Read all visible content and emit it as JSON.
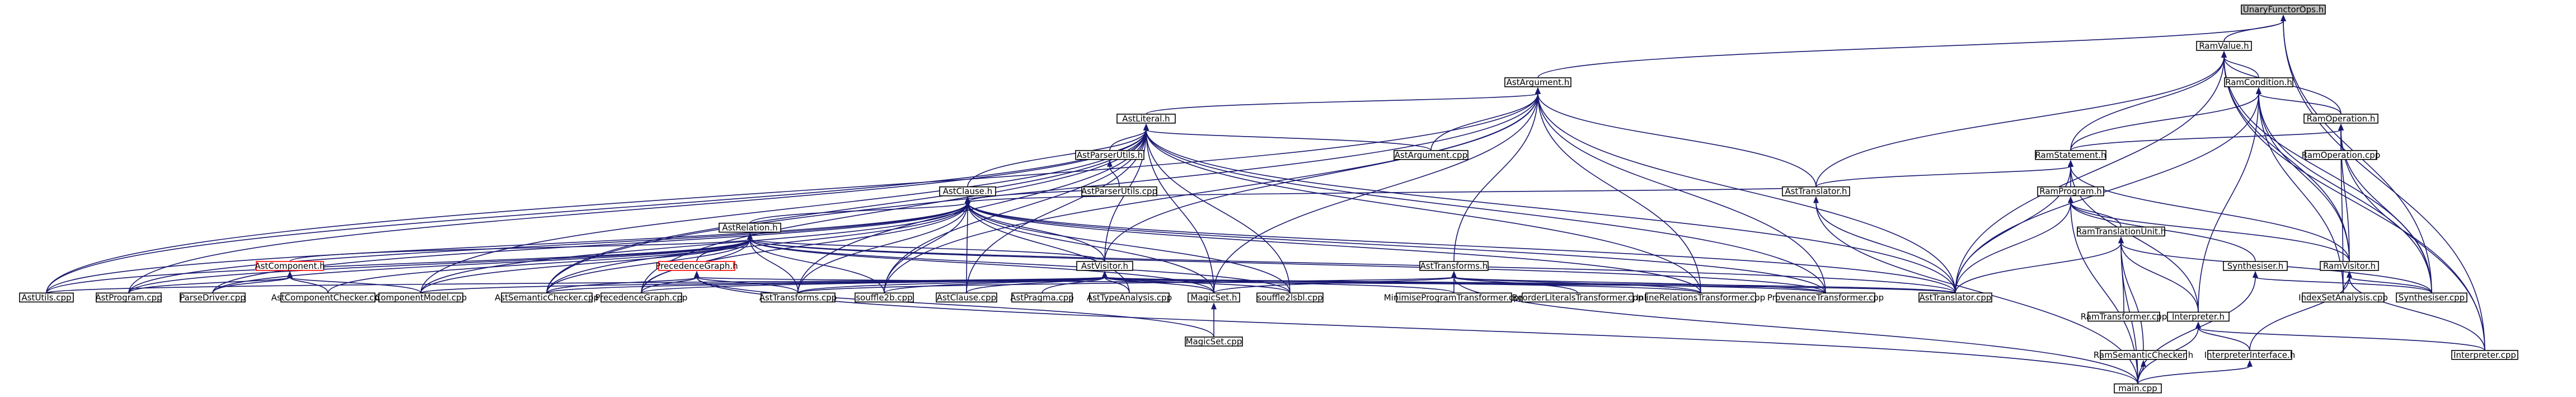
{
  "graph": {
    "title": "Dependency graph",
    "colors": {
      "edge": "#191970",
      "node_border": "#000000",
      "root_fill": "#bfbfbf",
      "red_border": "#ff0000",
      "background": "#ffffff"
    },
    "nodes": [
      {
        "id": "UnaryFunctorOps.h",
        "label": "UnaryFunctorOps.h",
        "root": true
      },
      {
        "id": "RamValue.h",
        "label": "RamValue.h"
      },
      {
        "id": "AstArgument.h",
        "label": "AstArgument.h"
      },
      {
        "id": "RamCondition.h",
        "label": "RamCondition.h"
      },
      {
        "id": "AstLiteral.h",
        "label": "AstLiteral.h"
      },
      {
        "id": "RamOperation.h",
        "label": "RamOperation.h"
      },
      {
        "id": "AstParserUtils.h",
        "label": "AstParserUtils.h"
      },
      {
        "id": "AstArgument.cpp",
        "label": "AstArgument.cpp"
      },
      {
        "id": "RamStatement.h",
        "label": "RamStatement.h"
      },
      {
        "id": "RamOperation.cpp",
        "label": "RamOperation.cpp"
      },
      {
        "id": "AstClause.h",
        "label": "AstClause.h"
      },
      {
        "id": "AstParserUtils.cpp",
        "label": "AstParserUtils.cpp"
      },
      {
        "id": "AstTranslator.h",
        "label": "AstTranslator.h"
      },
      {
        "id": "RamProgram.h",
        "label": "RamProgram.h"
      },
      {
        "id": "AstRelation.h",
        "label": "AstRelation.h"
      },
      {
        "id": "RamTranslationUnit.h",
        "label": "RamTranslationUnit.h"
      },
      {
        "id": "Synthesiser.h",
        "label": "Synthesiser.h"
      },
      {
        "id": "RamVisitor.h",
        "label": "RamVisitor.h"
      },
      {
        "id": "AstComponent.h",
        "label": "AstComponent.h",
        "red": true
      },
      {
        "id": "PrecedenceGraph.h",
        "label": "PrecedenceGraph.h",
        "red": true
      },
      {
        "id": "AstVisitor.h",
        "label": "AstVisitor.h"
      },
      {
        "id": "AstTransforms.h",
        "label": "AstTransforms.h"
      },
      {
        "id": "Interpreter.h",
        "label": "Interpreter.h"
      },
      {
        "id": "RamTransformer.cpp",
        "label": "RamTransformer.cpp"
      },
      {
        "id": "AstUtils.cpp",
        "label": "AstUtils.cpp"
      },
      {
        "id": "AstProgram.cpp",
        "label": "AstProgram.cpp"
      },
      {
        "id": "ParseDriver.cpp",
        "label": "ParseDriver.cpp"
      },
      {
        "id": "AstComponentChecker.cpp",
        "label": "AstComponentChecker.cpp"
      },
      {
        "id": "ComponentModel.cpp",
        "label": "ComponentModel.cpp"
      },
      {
        "id": "AstSemanticChecker.cpp",
        "label": "AstSemanticChecker.cpp"
      },
      {
        "id": "PrecedenceGraph.cpp",
        "label": "PrecedenceGraph.cpp"
      },
      {
        "id": "AstTransforms.cpp",
        "label": "AstTransforms.cpp"
      },
      {
        "id": "souffle2b.cpp",
        "label": "souffle2b.cpp"
      },
      {
        "id": "AstClause.cpp",
        "label": "AstClause.cpp"
      },
      {
        "id": "AstPragma.cpp",
        "label": "AstPragma.cpp"
      },
      {
        "id": "AstTypeAnalysis.cpp",
        "label": "AstTypeAnalysis.cpp"
      },
      {
        "id": "MagicSet.h",
        "label": "MagicSet.h"
      },
      {
        "id": "souffle2lsbl.cpp",
        "label": "souffle2lsbl.cpp"
      },
      {
        "id": "MinimiseProgramTransformer.cpp",
        "label": "MinimiseProgramTransformer.cpp"
      },
      {
        "id": "ReorderLiteralsTransformer.cpp",
        "label": "ReorderLiteralsTransformer.cpp"
      },
      {
        "id": "InlineRelationsTransformer.cpp",
        "label": "InlineRelationsTransformer.cpp"
      },
      {
        "id": "ProvenanceTransformer.cpp",
        "label": "ProvenanceTransformer.cpp"
      },
      {
        "id": "AstTranslator.cpp",
        "label": "AstTranslator.cpp"
      },
      {
        "id": "RamSemanticChecker.h",
        "label": "RamSemanticChecker.h"
      },
      {
        "id": "InterpreterInterface.h",
        "label": "InterpreterInterface.h"
      },
      {
        "id": "IndexSetAnalysis.cpp",
        "label": "IndexSetAnalysis.cpp"
      },
      {
        "id": "Synthesiser.cpp",
        "label": "Synthesiser.cpp"
      },
      {
        "id": "Interpreter.cpp",
        "label": "Interpreter.cpp"
      },
      {
        "id": "MagicSet.cpp",
        "label": "MagicSet.cpp"
      },
      {
        "id": "main.cpp",
        "label": "main.cpp"
      }
    ],
    "edges": [
      [
        "UnaryFunctorOps.h",
        "RamValue.h"
      ],
      [
        "UnaryFunctorOps.h",
        "AstArgument.h"
      ],
      [
        "UnaryFunctorOps.h",
        "Synthesiser.cpp"
      ],
      [
        "UnaryFunctorOps.h",
        "Interpreter.cpp"
      ],
      [
        "RamValue.h",
        "RamCondition.h"
      ],
      [
        "RamValue.h",
        "RamOperation.h"
      ],
      [
        "RamValue.h",
        "RamStatement.h"
      ],
      [
        "RamValue.h",
        "AstTranslator.h"
      ],
      [
        "RamValue.h",
        "AstTranslator.cpp"
      ],
      [
        "RamValue.h",
        "RamVisitor.h"
      ],
      [
        "RamValue.h",
        "Synthesiser.cpp"
      ],
      [
        "RamValue.h",
        "Interpreter.cpp"
      ],
      [
        "AstArgument.h",
        "AstLiteral.h"
      ],
      [
        "AstArgument.h",
        "AstArgument.cpp"
      ],
      [
        "AstArgument.h",
        "AstTranslator.h"
      ],
      [
        "AstArgument.h",
        "AstUtils.cpp"
      ],
      [
        "AstArgument.h",
        "AstSemanticChecker.cpp"
      ],
      [
        "AstArgument.h",
        "AstVisitor.h"
      ],
      [
        "AstArgument.h",
        "AstTransforms.h"
      ],
      [
        "AstArgument.h",
        "AstTranslator.cpp"
      ],
      [
        "AstArgument.h",
        "InlineRelationsTransformer.cpp"
      ],
      [
        "AstArgument.h",
        "ProvenanceTransformer.cpp"
      ],
      [
        "AstArgument.h",
        "souffle2b.cpp"
      ],
      [
        "AstArgument.h",
        "MagicSet.h"
      ],
      [
        "RamCondition.h",
        "RamOperation.h"
      ],
      [
        "RamCondition.h",
        "RamStatement.h"
      ],
      [
        "RamCondition.h",
        "AstTranslator.cpp"
      ],
      [
        "RamCondition.h",
        "RamVisitor.h"
      ],
      [
        "RamCondition.h",
        "Interpreter.h"
      ],
      [
        "RamCondition.h",
        "IndexSetAnalysis.cpp"
      ],
      [
        "RamCondition.h",
        "Synthesiser.cpp"
      ],
      [
        "AstLiteral.h",
        "AstClause.h"
      ],
      [
        "AstLiteral.h",
        "AstParserUtils.h"
      ],
      [
        "AstLiteral.h",
        "AstArgument.cpp"
      ],
      [
        "AstLiteral.h",
        "AstUtils.cpp"
      ],
      [
        "AstLiteral.h",
        "AstProgram.cpp"
      ],
      [
        "AstLiteral.h",
        "ComponentModel.cpp"
      ],
      [
        "AstLiteral.h",
        "AstSemanticChecker.cpp"
      ],
      [
        "AstLiteral.h",
        "PrecedenceGraph.cpp"
      ],
      [
        "AstLiteral.h",
        "AstVisitor.h"
      ],
      [
        "AstLiteral.h",
        "AstTransforms.cpp"
      ],
      [
        "AstLiteral.h",
        "souffle2b.cpp"
      ],
      [
        "AstLiteral.h",
        "AstClause.cpp"
      ],
      [
        "AstLiteral.h",
        "MagicSet.h"
      ],
      [
        "AstLiteral.h",
        "souffle2lsbl.cpp"
      ],
      [
        "AstLiteral.h",
        "InlineRelationsTransformer.cpp"
      ],
      [
        "AstLiteral.h",
        "ProvenanceTransformer.cpp"
      ],
      [
        "AstLiteral.h",
        "AstTranslator.cpp"
      ],
      [
        "RamOperation.h",
        "RamStatement.h"
      ],
      [
        "RamOperation.h",
        "RamOperation.cpp"
      ],
      [
        "RamOperation.h",
        "RamVisitor.h"
      ],
      [
        "RamOperation.h",
        "IndexSetAnalysis.cpp"
      ],
      [
        "RamOperation.h",
        "Synthesiser.cpp"
      ],
      [
        "RamOperation.h",
        "Interpreter.cpp"
      ],
      [
        "AstParserUtils.h",
        "AstParserUtils.cpp"
      ],
      [
        "RamStatement.h",
        "RamProgram.h"
      ],
      [
        "RamStatement.h",
        "AstTranslator.h"
      ],
      [
        "RamStatement.h",
        "AstTranslator.cpp"
      ],
      [
        "RamStatement.h",
        "RamVisitor.h"
      ],
      [
        "RamStatement.h",
        "Interpreter.h"
      ],
      [
        "AstClause.h",
        "AstRelation.h"
      ],
      [
        "AstClause.h",
        "AstParserUtils.cpp"
      ],
      [
        "AstClause.h",
        "AstTranslator.h"
      ],
      [
        "AstClause.h",
        "AstUtils.cpp"
      ],
      [
        "AstClause.h",
        "AstProgram.cpp"
      ],
      [
        "AstClause.h",
        "ParseDriver.cpp"
      ],
      [
        "AstClause.h",
        "ComponentModel.cpp"
      ],
      [
        "AstClause.h",
        "AstSemanticChecker.cpp"
      ],
      [
        "AstClause.h",
        "PrecedenceGraph.cpp"
      ],
      [
        "AstClause.h",
        "AstVisitor.h"
      ],
      [
        "AstClause.h",
        "AstTransforms.cpp"
      ],
      [
        "AstClause.h",
        "souffle2b.cpp"
      ],
      [
        "AstClause.h",
        "AstClause.cpp"
      ],
      [
        "AstClause.h",
        "AstTypeAnalysis.cpp"
      ],
      [
        "AstClause.h",
        "MagicSet.h"
      ],
      [
        "AstClause.h",
        "souffle2lsbl.cpp"
      ],
      [
        "AstClause.h",
        "InlineRelationsTransformer.cpp"
      ],
      [
        "AstClause.h",
        "ProvenanceTransformer.cpp"
      ],
      [
        "AstClause.h",
        "AstTranslator.cpp"
      ],
      [
        "AstTranslator.h",
        "AstTranslator.cpp"
      ],
      [
        "AstTranslator.h",
        "main.cpp"
      ],
      [
        "RamProgram.h",
        "RamTranslationUnit.h"
      ],
      [
        "RamProgram.h",
        "AstTranslator.cpp"
      ],
      [
        "RamProgram.h",
        "Synthesiser.h"
      ],
      [
        "RamProgram.h",
        "RamVisitor.h"
      ],
      [
        "RamProgram.h",
        "main.cpp"
      ],
      [
        "AstRelation.h",
        "AstComponent.h"
      ],
      [
        "AstRelation.h",
        "PrecedenceGraph.h"
      ],
      [
        "AstRelation.h",
        "AstVisitor.h"
      ],
      [
        "AstRelation.h",
        "AstUtils.cpp"
      ],
      [
        "AstRelation.h",
        "AstProgram.cpp"
      ],
      [
        "AstRelation.h",
        "ParseDriver.cpp"
      ],
      [
        "AstRelation.h",
        "AstComponentChecker.cpp"
      ],
      [
        "AstRelation.h",
        "ComponentModel.cpp"
      ],
      [
        "AstRelation.h",
        "AstSemanticChecker.cpp"
      ],
      [
        "AstRelation.h",
        "PrecedenceGraph.cpp"
      ],
      [
        "AstRelation.h",
        "AstTransforms.cpp"
      ],
      [
        "AstRelation.h",
        "souffle2b.cpp"
      ],
      [
        "AstRelation.h",
        "souffle2lsbl.cpp"
      ],
      [
        "AstRelation.h",
        "AstTranslator.cpp"
      ],
      [
        "AstRelation.h",
        "ProvenanceTransformer.cpp"
      ],
      [
        "AstRelation.h",
        "MagicSet.h"
      ],
      [
        "RamTranslationUnit.h",
        "RamTransformer.cpp"
      ],
      [
        "RamTranslationUnit.h",
        "RamSemanticChecker.h"
      ],
      [
        "RamTranslationUnit.h",
        "Interpreter.h"
      ],
      [
        "RamTranslationUnit.h",
        "AstTranslator.cpp"
      ],
      [
        "RamTranslationUnit.h",
        "Synthesiser.cpp"
      ],
      [
        "RamTranslationUnit.h",
        "main.cpp"
      ],
      [
        "Synthesiser.h",
        "Synthesiser.cpp"
      ],
      [
        "Synthesiser.h",
        "main.cpp"
      ],
      [
        "RamVisitor.h",
        "IndexSetAnalysis.cpp"
      ],
      [
        "RamVisitor.h",
        "Synthesiser.cpp"
      ],
      [
        "RamVisitor.h",
        "Interpreter.cpp"
      ],
      [
        "RamVisitor.h",
        "InterpreterInterface.h"
      ],
      [
        "AstComponent.h",
        "AstProgram.cpp"
      ],
      [
        "AstComponent.h",
        "ParseDriver.cpp"
      ],
      [
        "AstComponent.h",
        "AstComponentChecker.cpp"
      ],
      [
        "AstComponent.h",
        "ComponentModel.cpp"
      ],
      [
        "PrecedenceGraph.h",
        "AstSemanticChecker.cpp"
      ],
      [
        "PrecedenceGraph.h",
        "PrecedenceGraph.cpp"
      ],
      [
        "PrecedenceGraph.h",
        "AstTransforms.cpp"
      ],
      [
        "PrecedenceGraph.h",
        "MagicSet.cpp"
      ],
      [
        "PrecedenceGraph.h",
        "AstTranslator.cpp"
      ],
      [
        "PrecedenceGraph.h",
        "main.cpp"
      ],
      [
        "AstVisitor.h",
        "AstUtils.cpp"
      ],
      [
        "AstVisitor.h",
        "ComponentModel.cpp"
      ],
      [
        "AstVisitor.h",
        "AstSemanticChecker.cpp"
      ],
      [
        "AstVisitor.h",
        "PrecedenceGraph.cpp"
      ],
      [
        "AstVisitor.h",
        "AstTransforms.cpp"
      ],
      [
        "AstVisitor.h",
        "souffle2b.cpp"
      ],
      [
        "AstVisitor.h",
        "AstClause.cpp"
      ],
      [
        "AstVisitor.h",
        "AstPragma.cpp"
      ],
      [
        "AstVisitor.h",
        "AstTypeAnalysis.cpp"
      ],
      [
        "AstVisitor.h",
        "MagicSet.h"
      ],
      [
        "AstVisitor.h",
        "souffle2lsbl.cpp"
      ],
      [
        "AstVisitor.h",
        "MinimiseProgramTransformer.cpp"
      ],
      [
        "AstVisitor.h",
        "InlineRelationsTransformer.cpp"
      ],
      [
        "AstVisitor.h",
        "ProvenanceTransformer.cpp"
      ],
      [
        "AstVisitor.h",
        "AstTranslator.cpp"
      ],
      [
        "AstTransforms.h",
        "AstTransforms.cpp"
      ],
      [
        "AstTransforms.h",
        "MagicSet.h"
      ],
      [
        "AstTransforms.h",
        "MinimiseProgramTransformer.cpp"
      ],
      [
        "AstTransforms.h",
        "ReorderLiteralsTransformer.cpp"
      ],
      [
        "AstTransforms.h",
        "InlineRelationsTransformer.cpp"
      ],
      [
        "AstTransforms.h",
        "ProvenanceTransformer.cpp"
      ],
      [
        "AstTransforms.h",
        "main.cpp"
      ],
      [
        "Interpreter.h",
        "Interpreter.cpp"
      ],
      [
        "Interpreter.h",
        "InterpreterInterface.h"
      ],
      [
        "Interpreter.h",
        "main.cpp"
      ],
      [
        "MagicSet.h",
        "MagicSet.cpp"
      ],
      [
        "RamSemanticChecker.h",
        "main.cpp"
      ],
      [
        "InterpreterInterface.h",
        "main.cpp"
      ]
    ]
  }
}
